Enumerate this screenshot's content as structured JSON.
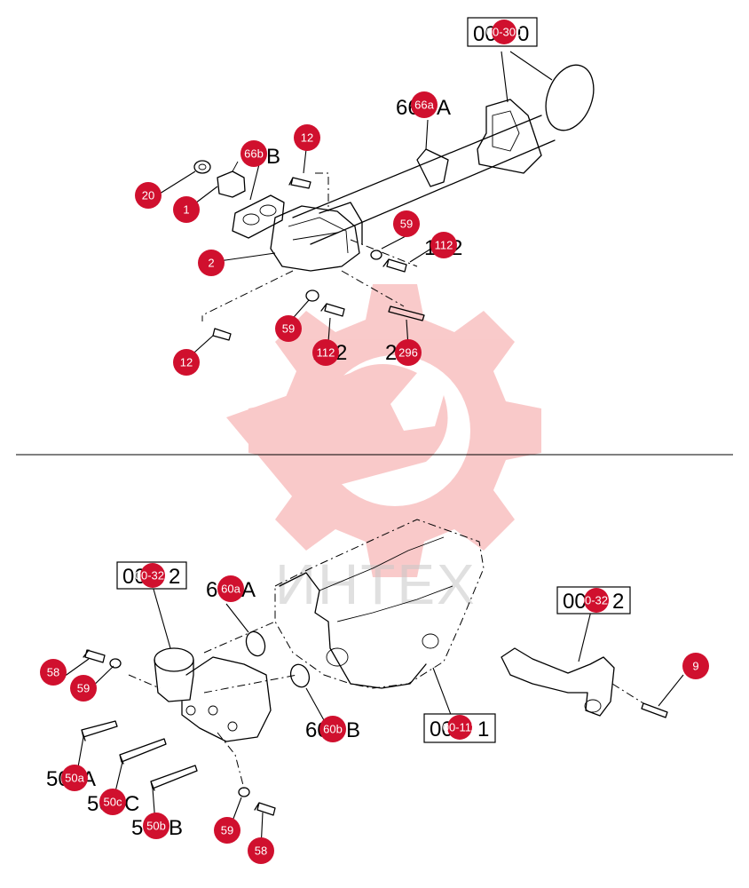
{
  "watermark": {
    "text": "ИНТЕХ",
    "color": "#f28a8a"
  },
  "colors": {
    "callout": "#d0102e",
    "callout_text": "#ffffff",
    "line": "#000000"
  },
  "top_section": {
    "ref_box": "00-300",
    "callouts": [
      "66a",
      "66b",
      "12",
      "20",
      "1",
      "2",
      "59",
      "112",
      "59",
      "112",
      "296",
      "12"
    ]
  },
  "bottom_section": {
    "ref_boxes": [
      "00-322",
      "00-322",
      "00-111"
    ],
    "callouts": [
      "60a",
      "58",
      "59",
      "50a",
      "50c",
      "50b",
      "59",
      "58",
      "60b",
      "9"
    ]
  }
}
